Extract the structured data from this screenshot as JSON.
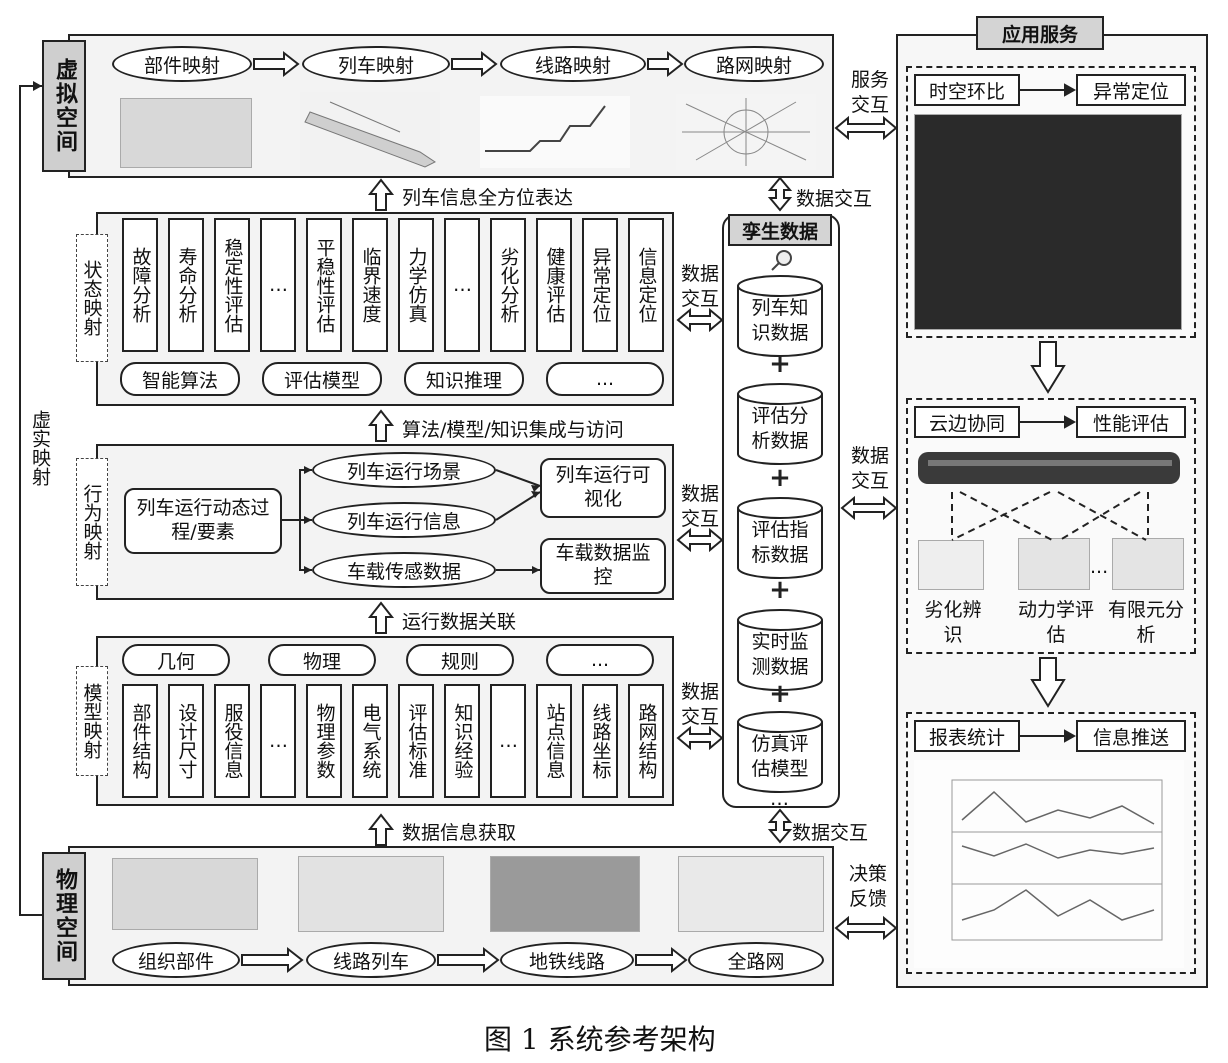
{
  "caption": "图 1 系统参考架构",
  "virtual_space": {
    "label": "虚拟空间",
    "mappings": [
      "部件映射",
      "列车映射",
      "线路映射",
      "路网映射"
    ]
  },
  "physical_space": {
    "label": "物理空间",
    "items": [
      "组织部件",
      "线路列车",
      "地铁线路",
      "全路网"
    ]
  },
  "virtual_real_mapping": "虚实映射",
  "arrows": {
    "train_info": "列车信息全方位表达",
    "algo_integration": "算法/模型/知识集成与访问",
    "op_data": "运行数据关联",
    "data_acquire": "数据信息获取"
  },
  "state_mapping": {
    "label": "状态映射",
    "cells": [
      "故障分析",
      "寿命分析",
      "稳定性评估",
      "…",
      "平稳性评估",
      "临界速度",
      "力学仿真",
      "…",
      "劣化分析",
      "健康评估",
      "异常定位",
      "信息定位"
    ],
    "bottom": [
      "智能算法",
      "评估模型",
      "知识推理",
      "..."
    ]
  },
  "behavior_mapping": {
    "label": "行为映射",
    "left": "列车运行动态过程/要素",
    "ovals": [
      "列车运行场景",
      "列车运行信息",
      "车载传感数据"
    ],
    "right": [
      "列车运行可视化",
      "车载数据监控"
    ]
  },
  "model_mapping": {
    "label": "模型映射",
    "top": [
      "几何",
      "物理",
      "规则",
      "..."
    ],
    "cells": [
      "部件结构",
      "设计尺寸",
      "服役信息",
      "…",
      "物理参数",
      "电气系统",
      "评估标准",
      "知识经验",
      "…",
      "站点信息",
      "线路坐标",
      "路网结构"
    ]
  },
  "twin_data": {
    "title": "孪生数据",
    "stores": [
      "列车知识数据",
      "评估分析数据",
      "评估指标数据",
      "实时监测数据",
      "仿真评估模型"
    ],
    "more": "…"
  },
  "interactions": {
    "service": "服务交互",
    "data": "数据交互",
    "decision": "决策反馈"
  },
  "app_service": {
    "title": "应用服务",
    "box1": [
      "时空环比",
      "异常定位"
    ],
    "box2": [
      "云边协同",
      "性能评估"
    ],
    "box2_items": [
      "劣化辨识",
      "动力学评估",
      "有限元分析"
    ],
    "box2_dots": "...",
    "box3": [
      "报表统计",
      "信息推送"
    ]
  }
}
